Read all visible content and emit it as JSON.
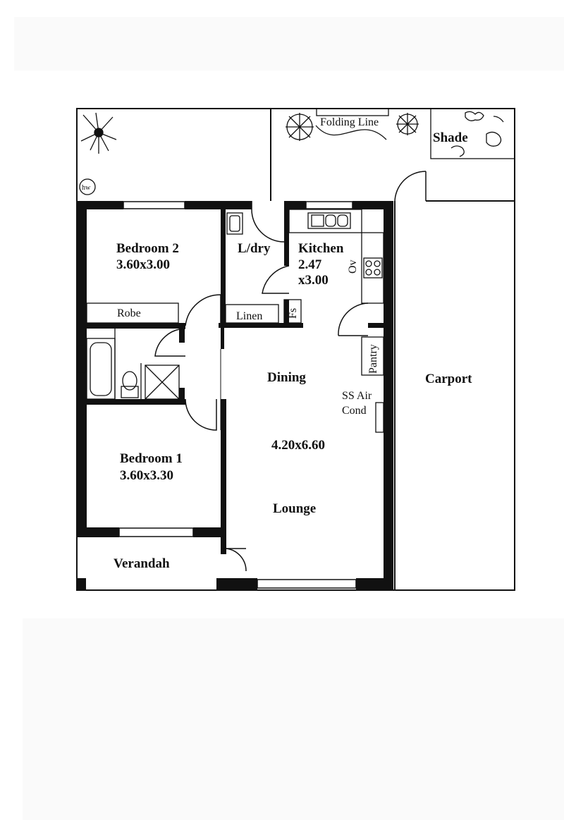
{
  "rooms": {
    "bedroom2": {
      "name": "Bedroom 2",
      "size": "3.60x3.00"
    },
    "bedroom1": {
      "name": "Bedroom 1",
      "size": "3.60x3.30"
    },
    "kitchen": {
      "name": "Kitchen",
      "size_line1": "2.47",
      "size_line2": "x3.00"
    },
    "laundry": {
      "name": "L/dry"
    },
    "dining": {
      "name": "Dining"
    },
    "lounge": {
      "name": "Lounge",
      "size": "4.20x6.60"
    },
    "carport": {
      "name": "Carport"
    },
    "verandah": {
      "name": "Verandah"
    }
  },
  "fixtures": {
    "robe": "Robe",
    "linen": "Linen",
    "pantry": "Pantry",
    "fridge_space": "Fs",
    "oven": "Ov",
    "hot_water": "hw",
    "air_cond_line1": "SS Air",
    "air_cond_line2": "Cond"
  },
  "outdoor": {
    "folding_line": "Folding Line",
    "shade": "Shade"
  }
}
